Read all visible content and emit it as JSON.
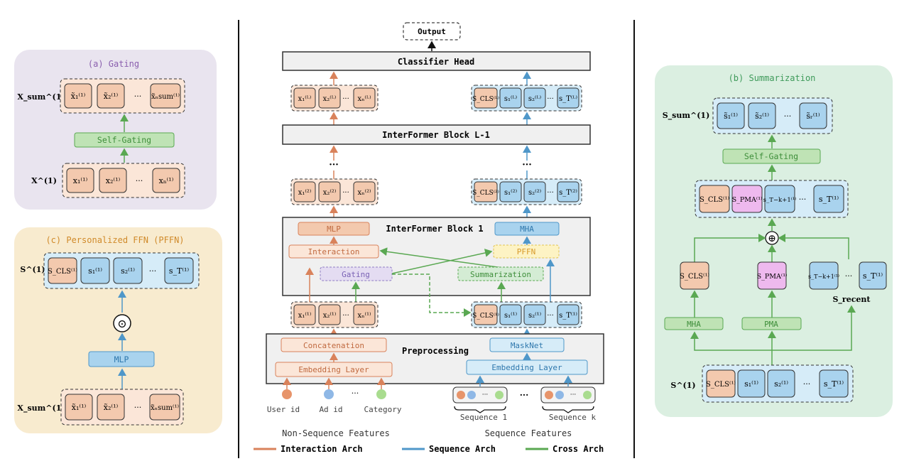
{
  "colors": {
    "orange": "#d9825b",
    "orange_fill": "#f3c9ae",
    "orange_light": "#fbe6d8",
    "blue": "#4f97c9",
    "blue_fill": "#a9d3ee",
    "blue_light": "#d6ecf8",
    "green": "#5aa852",
    "green_fill": "#bfe3b5",
    "purple_fill": "#eeb9ee",
    "gray_box": "#f0f0f0",
    "panel_gating": "#e9e4ef",
    "panel_pffn": "#f8ebcf",
    "panel_summ": "#dbefe1"
  },
  "panel_a": {
    "title": "(a) Gating",
    "xsum_label": "X_sum^(1)",
    "xsum_items": [
      "x̃₁⁽¹⁾",
      "x̃₂⁽¹⁾",
      "···",
      "x̃ₙsum⁽¹⁾"
    ],
    "self_gating": "Self-Gating",
    "x_label": "X^(1)",
    "x_items": [
      "x₁⁽¹⁾",
      "x₂⁽¹⁾",
      "···",
      "xₙ⁽¹⁾"
    ]
  },
  "panel_c": {
    "title": "(c) Personalized FFN (PFFN)",
    "s_label": "S^(1)",
    "s_items": [
      "S_CLS⁽¹⁾",
      "s₁⁽¹⁾",
      "s₂⁽¹⁾",
      "···",
      "s_T⁽¹⁾"
    ],
    "odot": "⊙",
    "mlp": "MLP",
    "xsum_label": "X_sum^(1)",
    "xsum_items": [
      "x̃₁⁽¹⁾",
      "x̃₂⁽¹⁾",
      "···",
      "x̃ₙsum⁽¹⁾"
    ]
  },
  "main": {
    "output": "Output",
    "classifier_head": "Classifier Head",
    "top_x_items": [
      "x₁⁽ᴸ⁾",
      "x₂⁽ᴸ⁾",
      "···",
      "xₙ⁽ᴸ⁾"
    ],
    "top_s_items": [
      "S_CLS⁽ᴸ⁾",
      "s₁⁽ᴸ⁾",
      "s₂⁽ᴸ⁾",
      "···",
      "s_T⁽ᴸ⁾"
    ],
    "block_l1": "InterFormer Block L-1",
    "dots": "···",
    "x2_items": [
      "x₁⁽²⁾",
      "x₂⁽²⁾",
      "···",
      "xₙ⁽²⁾"
    ],
    "s2_items": [
      "S_CLS⁽²⁾",
      "s₁⁽²⁾",
      "s₂⁽²⁾",
      "···",
      "s_T⁽²⁾"
    ],
    "block1": "InterFormer Block 1",
    "mlp": "MLP",
    "mha": "MHA",
    "interaction": "Interaction",
    "pffn": "PFFN",
    "gating": "Gating",
    "summarization": "Summarization",
    "x1_items": [
      "x₁⁽¹⁾",
      "x₂⁽¹⁾",
      "···",
      "xₙ⁽¹⁾"
    ],
    "s1_items": [
      "S_CLS⁽¹⁾",
      "s₁⁽¹⁾",
      "s₂⁽¹⁾",
      "···",
      "s_T⁽¹⁾"
    ],
    "concatenation": "Concatenation",
    "preprocessing": "Preprocessing",
    "masknet": "MaskNet",
    "embedding_left": "Embedding Layer",
    "embedding_right": "Embedding Layer",
    "user_id": "User id",
    "ad_id": "Ad id",
    "category": "Category",
    "ellipsis": "···",
    "sequence_1": "Sequence 1",
    "sequence_k": "Sequence k",
    "non_seq_features": "Non-Sequence Features",
    "seq_features": "Sequence Features",
    "legend": [
      "Interaction Arch",
      "Sequence Arch",
      "Cross Arch"
    ]
  },
  "panel_b": {
    "title": "(b) Summarization",
    "ssum_label": "S_sum^(1)",
    "ssum_items": [
      "s̃₁⁽¹⁾",
      "s̃₂⁽¹⁾",
      "···",
      "s̃ᵣ⁽¹⁾"
    ],
    "self_gating": "Self-Gating",
    "cat_items": [
      "S_CLS⁽¹⁾",
      "S_PMA⁽¹⁾",
      "s_T−k+1⁽¹⁾",
      "···",
      "s_T⁽¹⁾"
    ],
    "oplus": "⊕",
    "scls": "S_CLS⁽¹⁾",
    "spma": "S_PMA⁽¹⁾",
    "recent_items": [
      "s_T−k+1⁽¹⁾",
      "···",
      "s_T⁽¹⁾"
    ],
    "s_recent": "S_recent",
    "mha": "MHA",
    "pma": "PMA",
    "s_label": "S^(1)",
    "s_items": [
      "S_CLS⁽¹⁾",
      "s₁⁽¹⁾",
      "s₂⁽¹⁾",
      "···",
      "s_T⁽¹⁾"
    ]
  }
}
